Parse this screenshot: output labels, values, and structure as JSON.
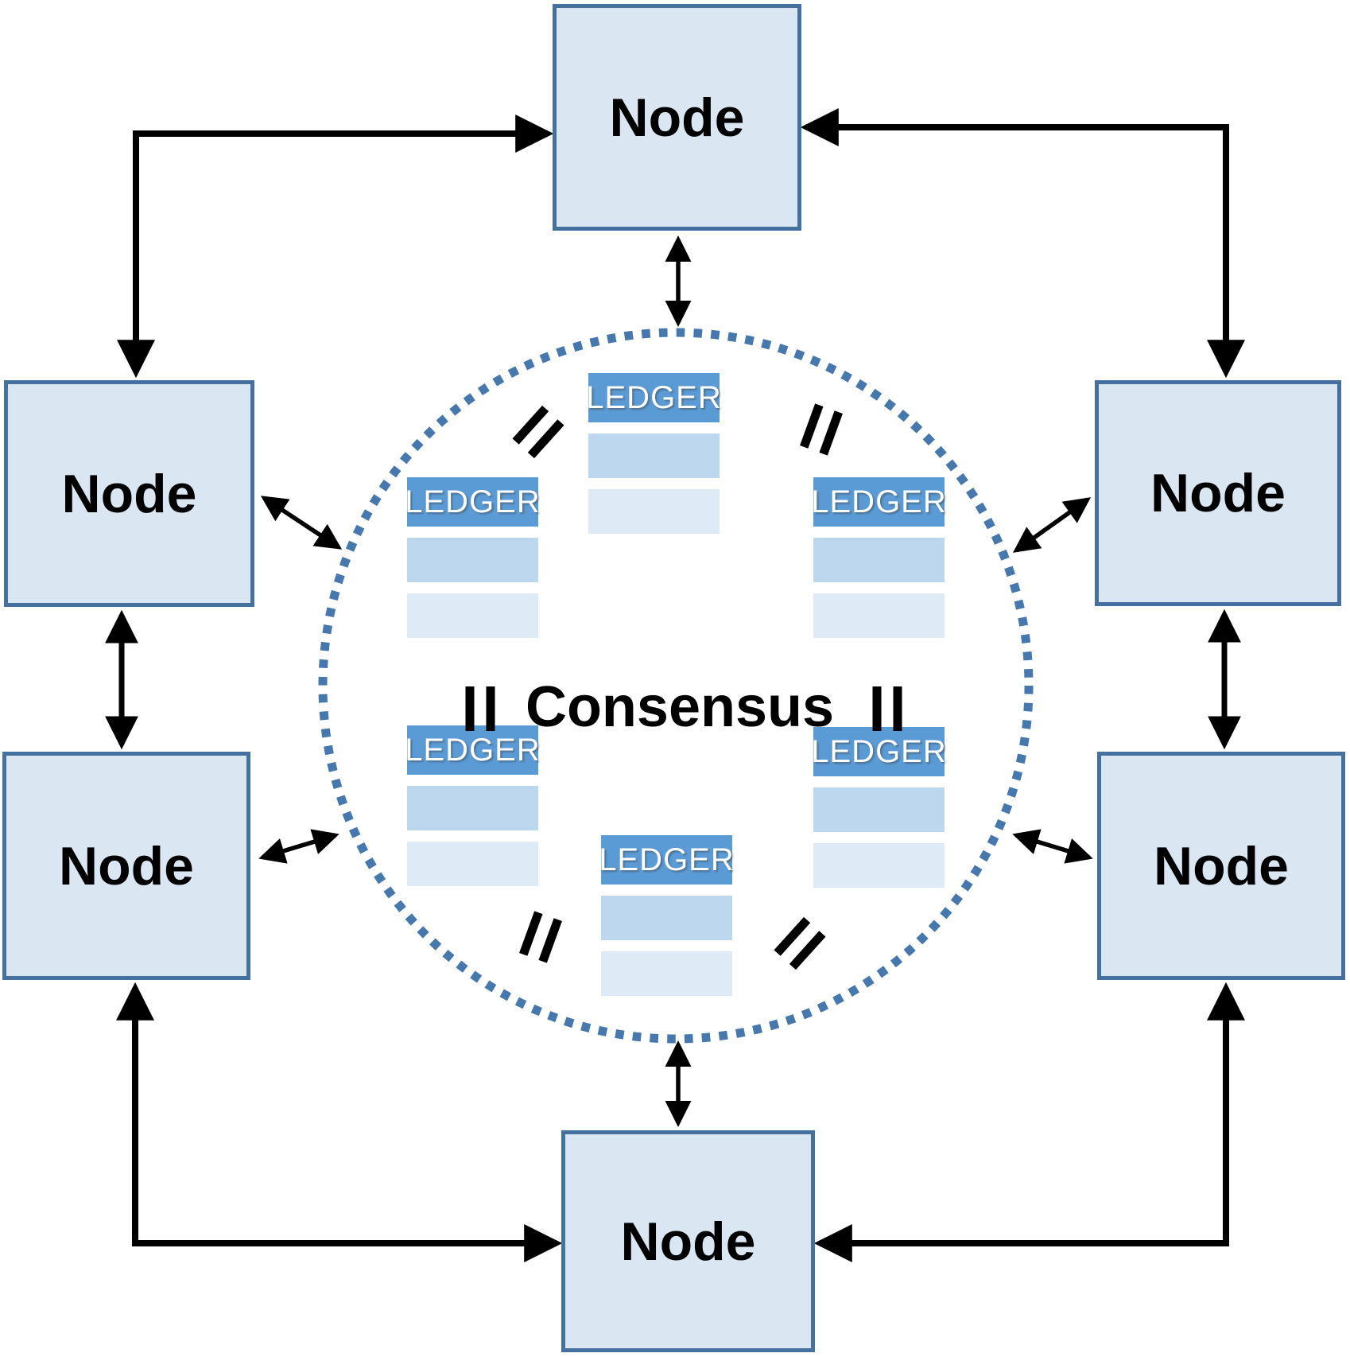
{
  "diagram": {
    "type": "peer-to-peer consensus network",
    "center_label": "Consensus"
  },
  "nodes": [
    {
      "id": "node-top",
      "label": "Node"
    },
    {
      "id": "node-left-top",
      "label": "Node"
    },
    {
      "id": "node-right-top",
      "label": "Node"
    },
    {
      "id": "node-left-bottom",
      "label": "Node"
    },
    {
      "id": "node-right-bottom",
      "label": "Node"
    },
    {
      "id": "node-bottom",
      "label": "Node"
    }
  ],
  "ledgers": [
    {
      "id": "ledger-top-center",
      "header": "LEDGER"
    },
    {
      "id": "ledger-upper-left",
      "header": "LEDGER"
    },
    {
      "id": "ledger-upper-right",
      "header": "LEDGER"
    },
    {
      "id": "ledger-lower-left",
      "header": "LEDGER"
    },
    {
      "id": "ledger-lower-right",
      "header": "LEDGER"
    },
    {
      "id": "ledger-bottom-center",
      "header": "LEDGER"
    }
  ],
  "colors": {
    "node_fill": "#dbe6f3",
    "node_border": "#44719e",
    "ledger_header": "#5b9bd5",
    "ledger_row_mid": "#bdd7ee",
    "ledger_row_light": "#deebf7",
    "circle_dots": "#4678ae",
    "arrows": "#000000",
    "ledger_text": "#ffffff",
    "label_text": "#000000"
  }
}
